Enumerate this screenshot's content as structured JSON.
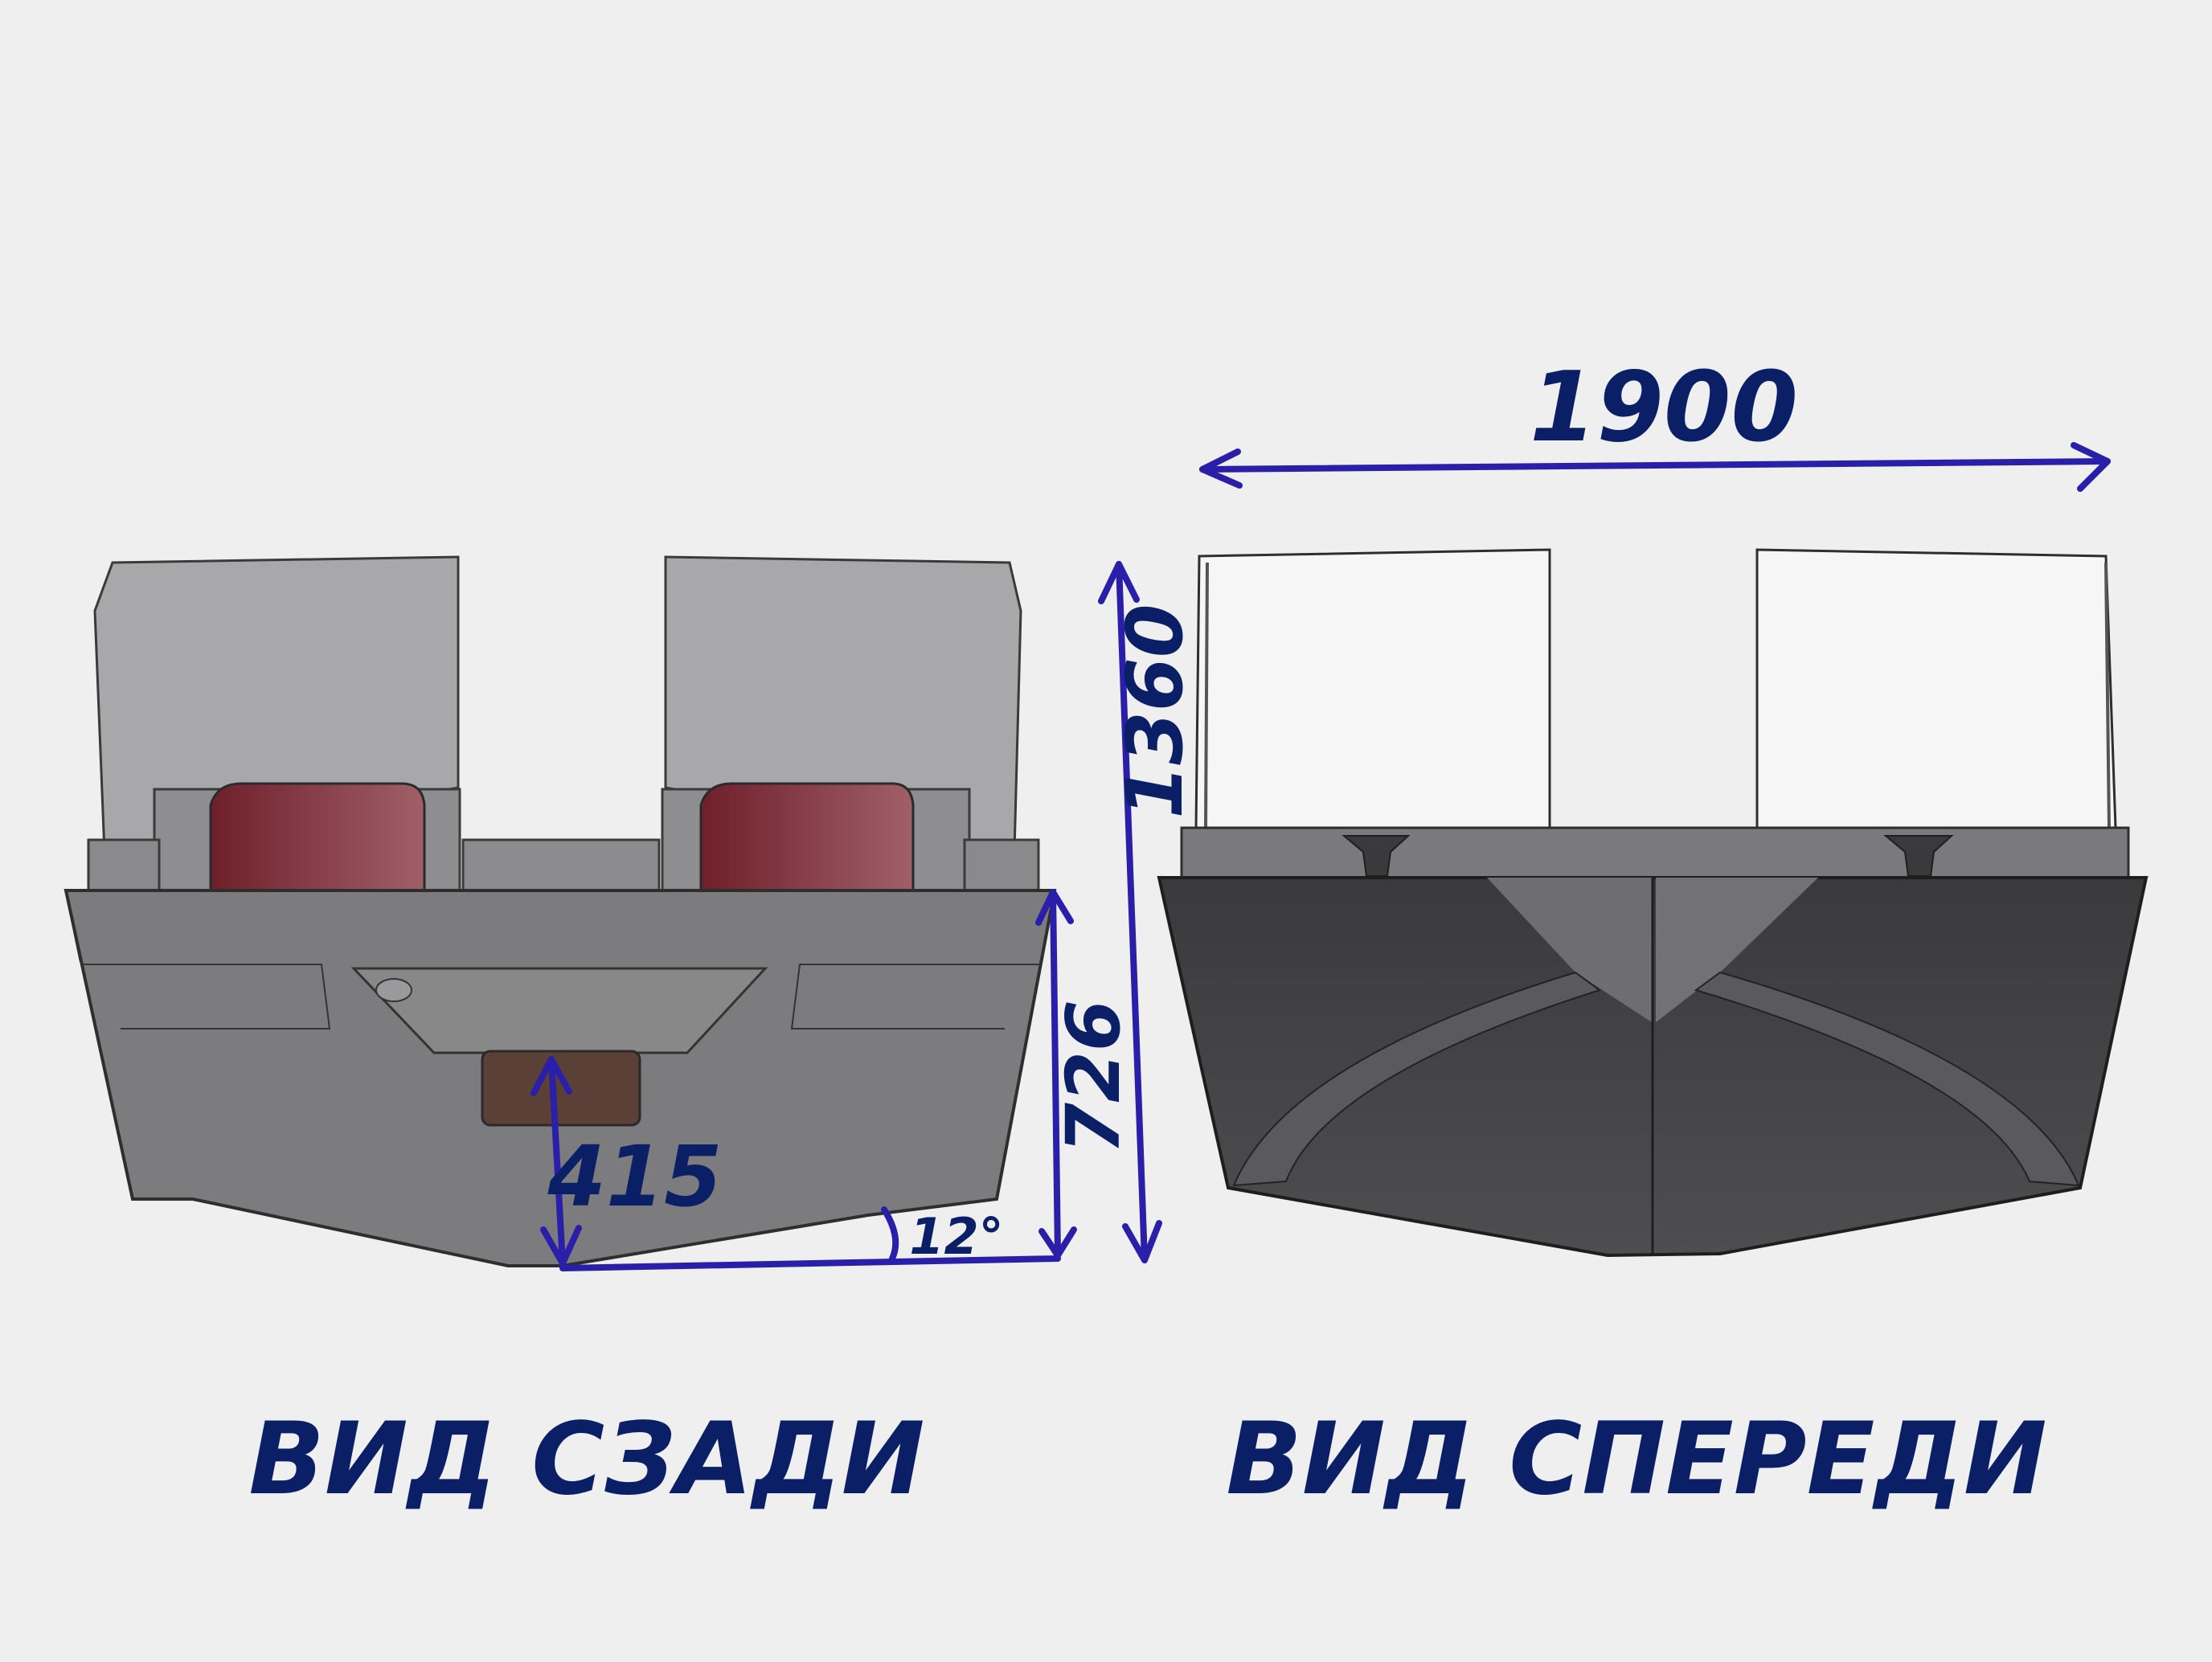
{
  "dimensions": {
    "overall_width": "1900",
    "overall_height": "1360",
    "transom_height": "726",
    "keel_to_plate": "415",
    "deadrise_angle": "12°"
  },
  "captions": {
    "rear_view": "ВИД СЗАДИ",
    "front_view": "ВИД СПЕРЕДИ"
  },
  "colors": {
    "dimension_line": "#2a1fa8",
    "dimension_text": "#0b1f66",
    "rear_hull": "#7c7c7e",
    "front_hull": "#4a4a4c",
    "seat": "#7a2a34",
    "windshield_rear": "#a6a6a8",
    "windshield_front": "#f4f4f4"
  }
}
